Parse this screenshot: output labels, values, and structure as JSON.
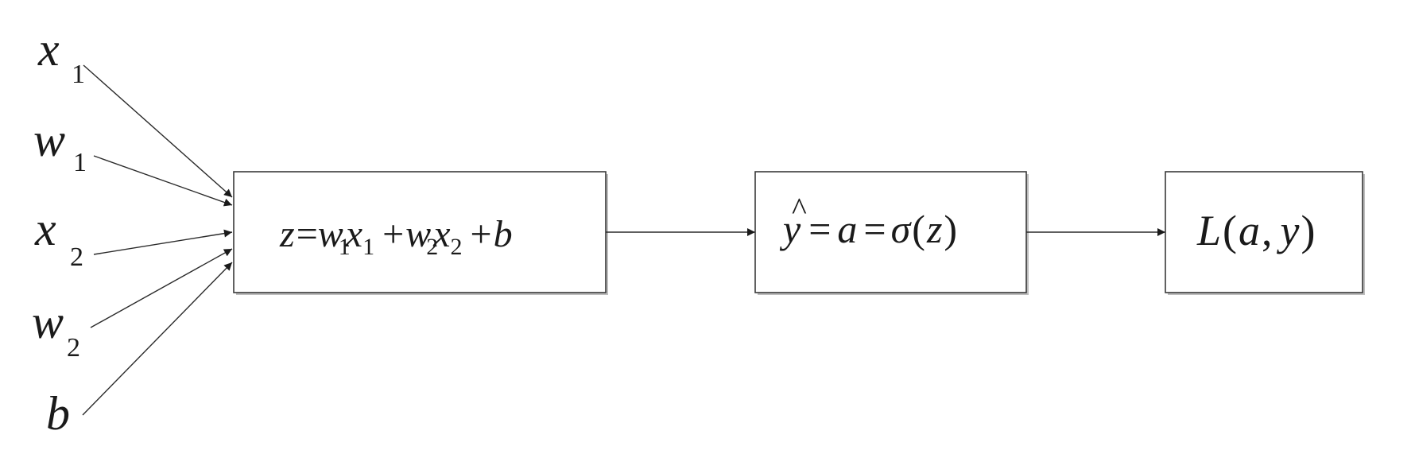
{
  "inputs": [
    {
      "base": "x",
      "sub": "1"
    },
    {
      "base": "w",
      "sub": "1"
    },
    {
      "base": "x",
      "sub": "2"
    },
    {
      "base": "w",
      "sub": "2"
    },
    {
      "base": "b",
      "sub": ""
    }
  ],
  "nodes": {
    "linear": {
      "z": "z",
      "eq": "=",
      "w1": "w",
      "w1_sub": "1",
      "x1": "x",
      "x1_sub": "1",
      "plus1": "+",
      "w2": "w",
      "w2_sub": "2",
      "x2": "x",
      "x2_sub": "2",
      "plus2": "+",
      "b": "b"
    },
    "activation": {
      "yhat": "y",
      "hat": "^",
      "eq1": "=",
      "a": "a",
      "eq2": "=",
      "sigma": "σ",
      "open": "(",
      "z": "z",
      "close": ")"
    },
    "loss": {
      "L": "L",
      "open": "(",
      "a": "a",
      "comma": ",",
      "y": "y",
      "close": ")"
    }
  }
}
